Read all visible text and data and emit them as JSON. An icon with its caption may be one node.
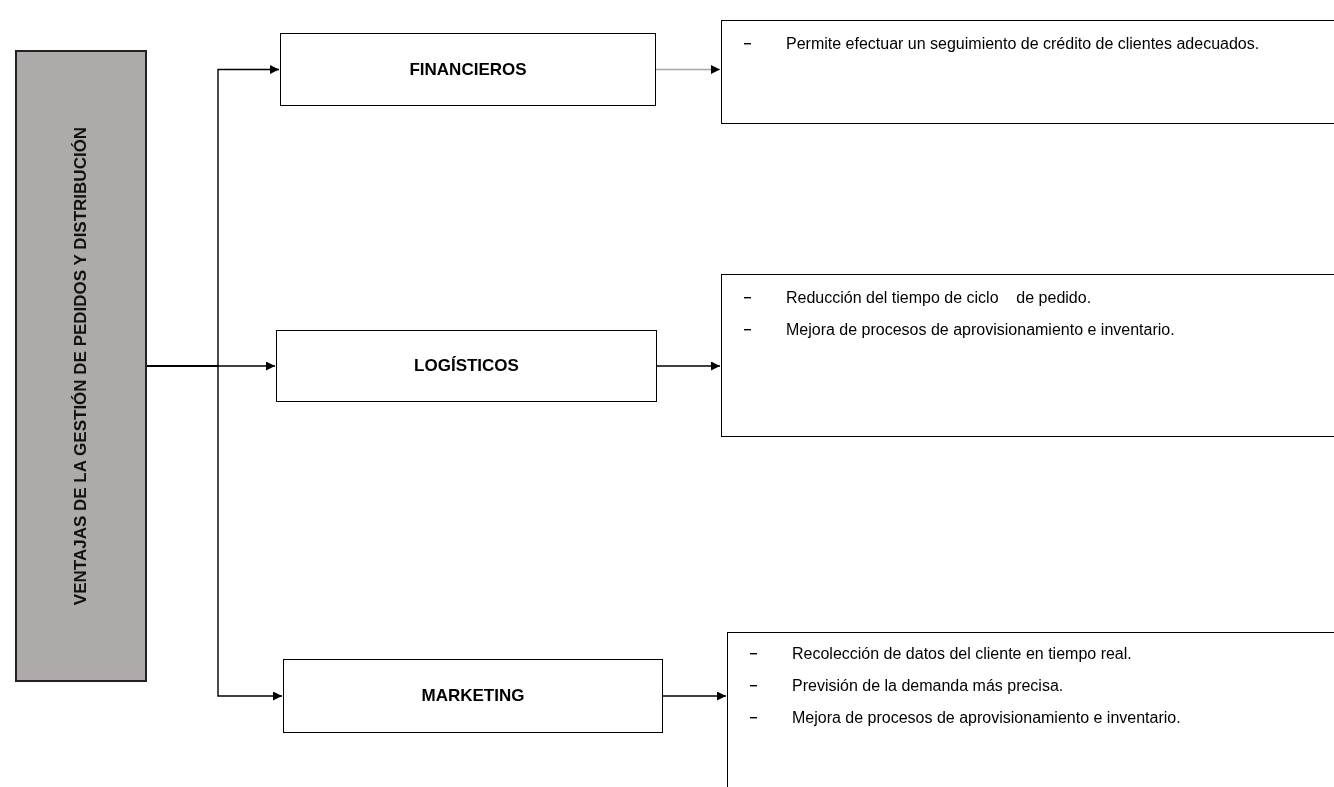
{
  "diagram": {
    "nodes": [
      {
        "text": [
          "VENTAJAS DE LA GESTIÓN DE PEDIDOS Y DISTRIBUCIÓN"
        ]
      },
      {
        "text": [
          "FINANCIEROS"
        ]
      },
      {
        "text": [
          "LOGÍSTICOS"
        ]
      },
      {
        "text": [
          "MARKETING"
        ]
      },
      {
        "text": [
          "Permite efectuar un seguimiento de crédito de clientes adecuados."
        ]
      },
      {
        "text": [
          "Reducción del tiempo de ciclo    de pedido.",
          "Mejora de procesos de aprovisionamiento e inventario."
        ]
      },
      {
        "text": [
          "Recolección de datos del cliente en tiempo real.",
          "Previsión de la demanda más precisa.",
          "Mejora de procesos de aprovisionamiento e inventario."
        ]
      }
    ],
    "edges": [
      {
        "from": 0,
        "to": 1,
        "arrow": "to"
      },
      {
        "from": 0,
        "to": 2,
        "arrow": "to"
      },
      {
        "from": 0,
        "to": 3,
        "arrow": "to"
      },
      {
        "from": 1,
        "to": 4,
        "arrow": "to",
        "color": "#a6a6a6"
      },
      {
        "from": 2,
        "to": 5,
        "arrow": "to"
      },
      {
        "from": 3,
        "to": 6,
        "arrow": "to"
      }
    ]
  }
}
